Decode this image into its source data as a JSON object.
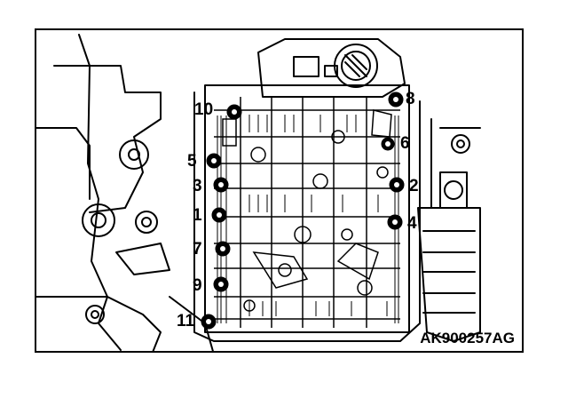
{
  "figure_id": "AK900257AG",
  "bolt_callouts": [
    "10",
    "8",
    "6",
    "5",
    "3",
    "2",
    "1",
    "4",
    "7",
    "9",
    "11"
  ],
  "colors": {
    "line": "#000000",
    "background": "#ffffff"
  }
}
